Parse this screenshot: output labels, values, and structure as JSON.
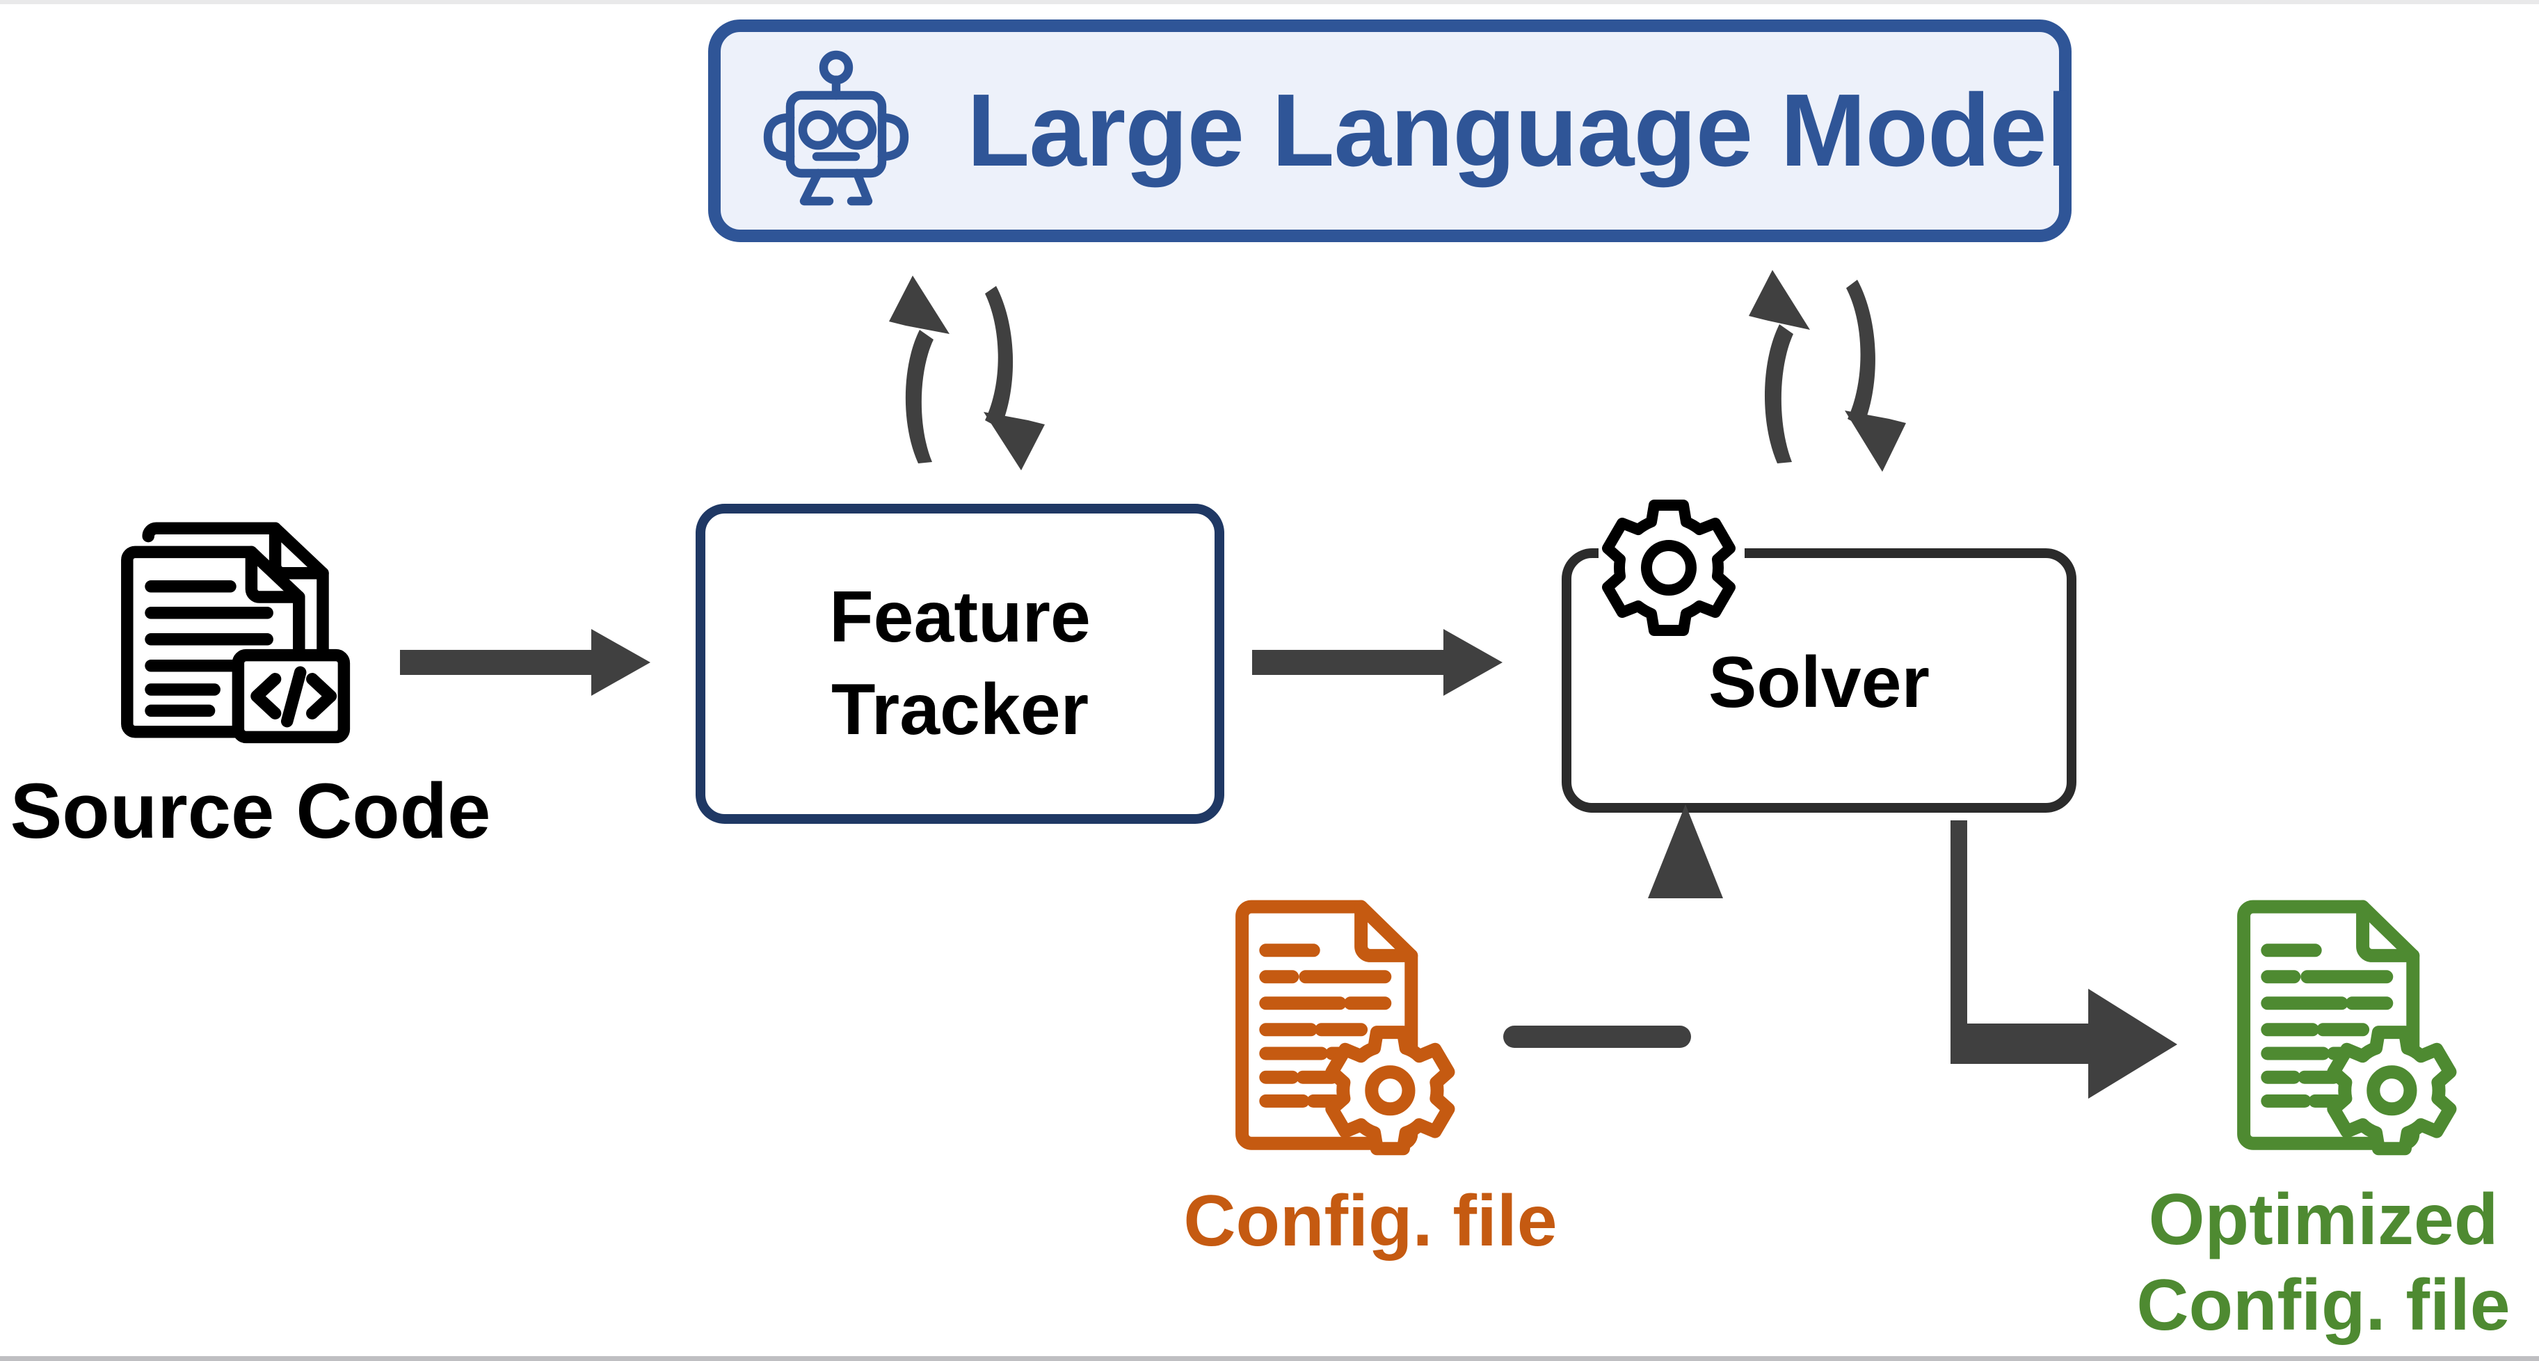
{
  "diagram": {
    "title": "LLM-assisted configuration optimization pipeline",
    "colors": {
      "llm_border": "#2F5597",
      "llm_fill": "#EDF1FA",
      "llm_text": "#2F5597",
      "feature_tracker_border": "#1F3864",
      "solver_border": "#2B2B2B",
      "arrow": "#404040",
      "config_orange": "#C55A11",
      "optimized_green": "#4E8A31",
      "black_text": "#000000",
      "background": "#FFFFFF"
    },
    "nodes": {
      "llm": {
        "label": "Large Language Model",
        "icon": "robot-icon",
        "shape": "rounded-rectangle"
      },
      "feature_tracker": {
        "label_line1": "Feature",
        "label_line2": "Tracker",
        "shape": "rounded-rectangle"
      },
      "solver": {
        "label": "Solver",
        "icon": "gear-icon",
        "shape": "rounded-rectangle"
      },
      "source_code": {
        "label": "Source Code",
        "icon": "source-code-document-icon"
      },
      "config_file": {
        "label": "Config. file",
        "icon": "config-document-gear-icon"
      },
      "optimized_config_file": {
        "label_line1": "Optimized",
        "label_line2": "Config. file",
        "icon": "optimized-config-document-gear-icon"
      }
    },
    "edges": [
      {
        "name": "source-code-to-feature-tracker",
        "from": "source_code",
        "to": "feature_tracker",
        "style": "straight-arrow",
        "direction": "right"
      },
      {
        "name": "feature-tracker-to-solver",
        "from": "feature_tracker",
        "to": "solver",
        "style": "straight-arrow",
        "direction": "right"
      },
      {
        "name": "llm-feature-tracker-exchange",
        "from": "llm",
        "to": "feature_tracker",
        "style": "curved-double-arrow",
        "direction": "bidirectional"
      },
      {
        "name": "llm-solver-exchange",
        "from": "llm",
        "to": "solver",
        "style": "curved-double-arrow",
        "direction": "bidirectional"
      },
      {
        "name": "config-file-to-solver",
        "from": "config_file",
        "to": "solver",
        "style": "elbow-arrow",
        "direction": "up"
      },
      {
        "name": "solver-to-optimized-config",
        "from": "solver",
        "to": "optimized_config_file",
        "style": "elbow-arrow",
        "direction": "right"
      }
    ]
  }
}
